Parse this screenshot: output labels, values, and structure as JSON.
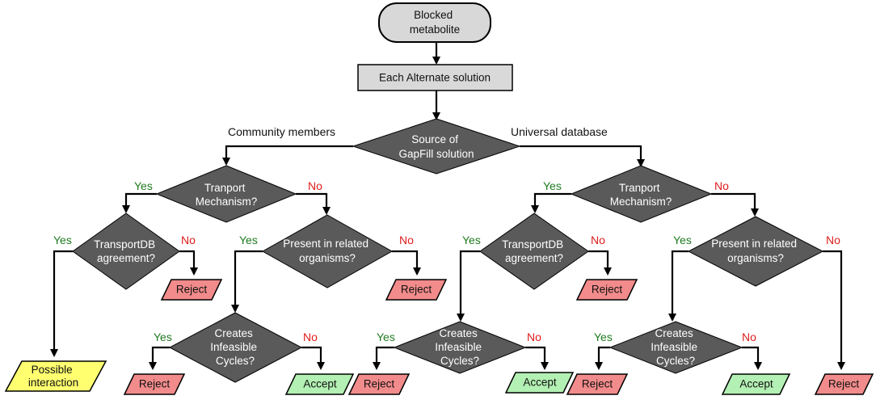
{
  "start": "Blocked metabolite",
  "each_solution": "Each Alternate solution",
  "source": {
    "question": "Source of GapFill solution",
    "left_branch": "Community members",
    "right_branch": "Universal database"
  },
  "labels": {
    "yes": "Yes",
    "no": "No"
  },
  "left": {
    "transport_q": "Tranport Mechanism?",
    "transportdb_q": "TransportDB agreement?",
    "transportdb_no": "Reject",
    "transportdb_yes": "Possible interaction",
    "present_q": "Present in related organisms?",
    "present_no": "Reject",
    "cycles_q": "Creates Infeasible Cycles?",
    "cycles_yes": "Reject",
    "cycles_no": "Accept"
  },
  "right": {
    "transport_q": "Tranport Mechanism?",
    "transportdb_q": "TransportDB agreement?",
    "transportdb_no": "Reject",
    "cycles1_q": "Creates Infeasible Cycles?",
    "cycles1_yes": "Reject",
    "cycles1_no": "Accept",
    "present_q": "Present in related organisms?",
    "present_no": "Reject",
    "cycles2_q": "Creates Infeasible Cycles?",
    "cycles2_yes": "Reject",
    "cycles2_no": "Accept"
  },
  "colors": {
    "decision": "#5a5a5a",
    "start": "#d8d8d8",
    "process": "#d9d9d9",
    "reject": "#f28b8b",
    "accept": "#b3f0b3",
    "possible": "#ffff70",
    "yes_label": "#1f7a1f",
    "no_label": "#e01b1b"
  }
}
